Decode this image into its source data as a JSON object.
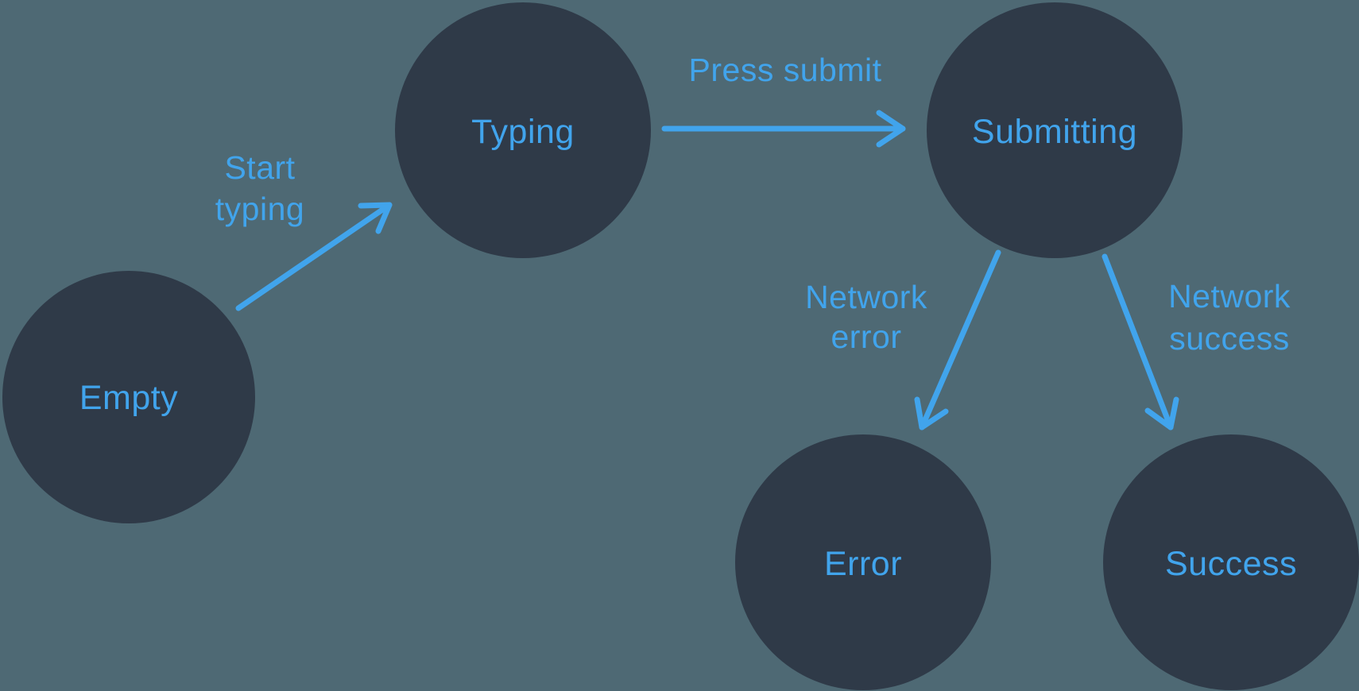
{
  "diagram": {
    "type": "state-machine",
    "colors": {
      "background": "#4e6974",
      "node_fill": "#2f3a48",
      "accent": "#41a4ec"
    },
    "states": [
      {
        "id": "empty",
        "label": "Empty"
      },
      {
        "id": "typing",
        "label": "Typing"
      },
      {
        "id": "submitting",
        "label": "Submitting"
      },
      {
        "id": "error",
        "label": "Error"
      },
      {
        "id": "success",
        "label": "Success"
      }
    ],
    "transitions": [
      {
        "from": "empty",
        "to": "typing",
        "label": "Start typing",
        "label_lines": [
          "Start",
          "typing"
        ]
      },
      {
        "from": "typing",
        "to": "submitting",
        "label": "Press submit",
        "label_lines": [
          "Press submit"
        ]
      },
      {
        "from": "submitting",
        "to": "error",
        "label": "Network error",
        "label_lines": [
          "Network",
          "error"
        ]
      },
      {
        "from": "submitting",
        "to": "success",
        "label": "Network success",
        "label_lines": [
          "Network",
          "success"
        ]
      }
    ]
  }
}
